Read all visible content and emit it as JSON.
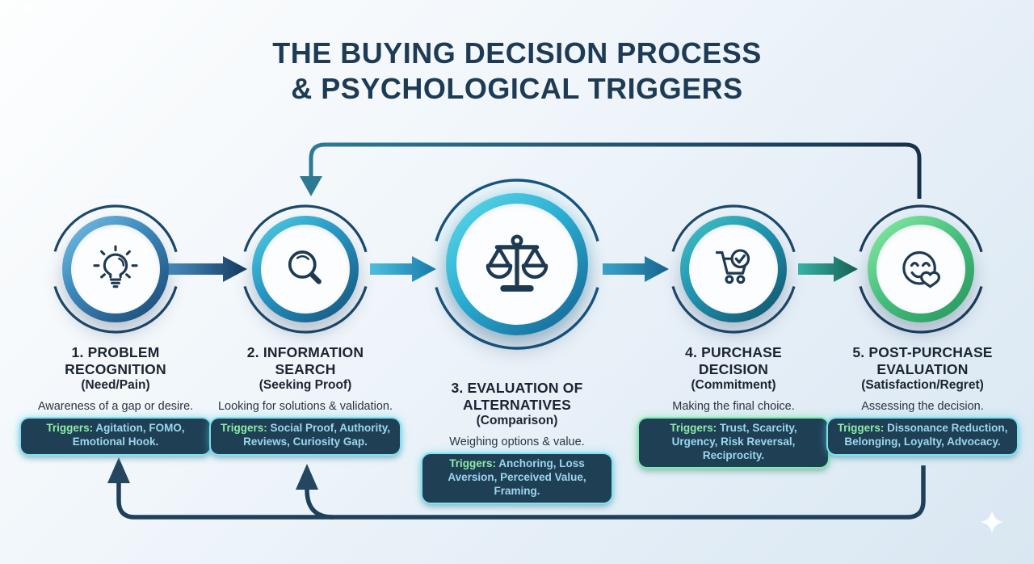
{
  "title": {
    "line1": "THE BUYING DECISION PROCESS",
    "line2": "& PSYCHOLOGICAL TRIGGERS"
  },
  "stages": [
    {
      "id": "problem-recognition",
      "heading": "1. PROBLEM RECOGNITION",
      "subheading": "(Need/Pain)",
      "description": "Awareness of a gap or desire.",
      "triggers_label": "Triggers:",
      "triggers": "Agitation, FOMO, Emotional Hook.",
      "icon": "lightbulb-icon",
      "accent": "#2f7ab2"
    },
    {
      "id": "information-search",
      "heading": "2. INFORMATION SEARCH",
      "subheading": "(Seeking Proof)",
      "description": "Looking for solutions & validation.",
      "triggers_label": "Triggers:",
      "triggers": "Social Proof, Authority, Reviews, Curiosity Gap.",
      "icon": "magnifier-icon",
      "accent": "#2ba4cc"
    },
    {
      "id": "evaluation-of-alternatives",
      "heading": "3. EVALUATION OF ALTERNATIVES",
      "subheading": "(Comparison)",
      "description": "Weighing options & value.",
      "triggers_label": "Triggers:",
      "triggers": "Anchoring, Loss Aversion, Perceived Value, Framing.",
      "icon": "balance-scale-icon",
      "accent": "#2fb6d8"
    },
    {
      "id": "purchase-decision",
      "heading": "4. PURCHASE DECISION",
      "subheading": "(Commitment)",
      "description": "Making the final choice.",
      "triggers_label": "Triggers:",
      "triggers": "Trust, Scarcity, Urgency, Risk Reversal, Reciprocity.",
      "icon": "cart-check-icon",
      "accent": "#28a89c"
    },
    {
      "id": "post-purchase-evaluation",
      "heading": "5. POST-PURCHASE EVALUATION",
      "subheading": "(Satisfaction/Regret)",
      "description": "Assessing the decision.",
      "triggers_label": "Triggers:",
      "triggers": "Dissonance Reduction, Belonging, Loyalty, Advocacy.",
      "icon": "smiley-heart-icon",
      "accent": "#43bd7e"
    }
  ],
  "feedback_loops": [
    {
      "position": "top",
      "from_stage": "5",
      "to_stages": [
        "2"
      ]
    },
    {
      "position": "bottom",
      "from_stage": "5",
      "to_stages": [
        "1",
        "2"
      ]
    }
  ],
  "colors": {
    "background_from": "#fdfefe",
    "background_to": "#d9e7f2",
    "title": "#1d3b55",
    "heading": "#1b2430",
    "description": "#2a3340",
    "badge_background": "#1f3f55",
    "badge_glow_cyan": "#7ce4f2",
    "badge_glow_green": "#7dedb0",
    "triggers_label_color": "#8deca8",
    "triggers_text_color": "#9bd7ee",
    "connector_navy": "#20405a",
    "icon_stroke": "#1e3a52"
  }
}
